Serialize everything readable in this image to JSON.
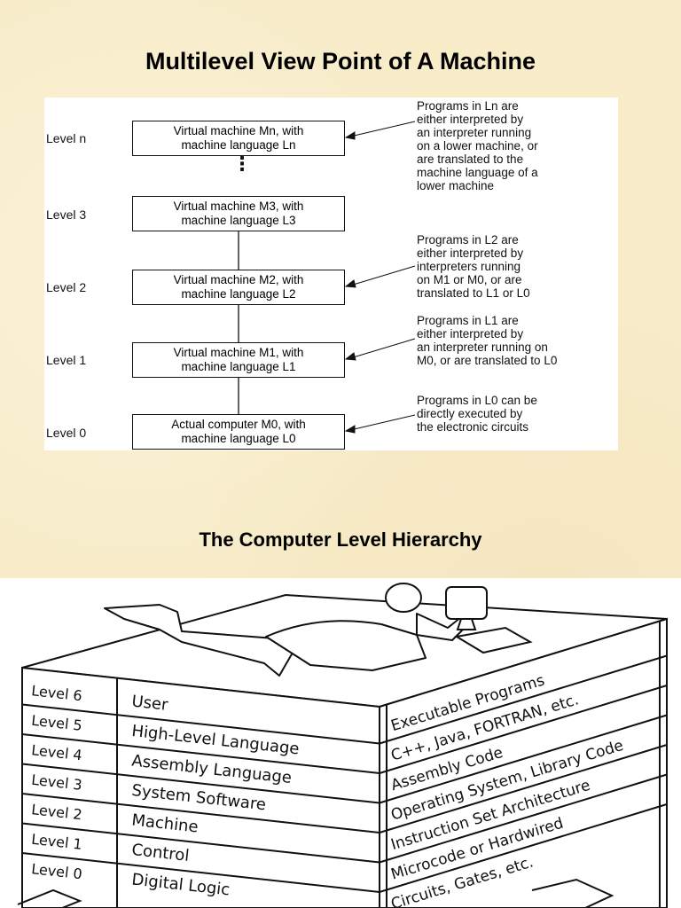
{
  "titles": {
    "multilevel": "Multilevel View Point of A Machine",
    "hierarchy": "The Computer Level Hierarchy"
  },
  "multilevel_diagram": {
    "levels": [
      {
        "label": "Level n",
        "box_line1": "Virtual machine Mn, with",
        "box_line2": "machine language Ln"
      },
      {
        "label": "Level 3",
        "box_line1": "Virtual machine M3, with",
        "box_line2": "machine language L3"
      },
      {
        "label": "Level 2",
        "box_line1": "Virtual machine M2, with",
        "box_line2": "machine language L2"
      },
      {
        "label": "Level 1",
        "box_line1": "Virtual machine M1, with",
        "box_line2": "machine language L1"
      },
      {
        "label": "Level 0",
        "box_line1": "Actual computer M0, with",
        "box_line2": "machine language L0"
      }
    ],
    "notes": {
      "ln": [
        "Programs in Ln are",
        "either interpreted by",
        "an interpreter running",
        "on a lower machine, or",
        "are translated to the",
        "machine language of a",
        "lower machine"
      ],
      "l2": [
        "Programs in L2 are",
        "either interpreted by",
        "interpreters running",
        "on M1 or M0, or are",
        "translated to L1 or L0"
      ],
      "l1": [
        "Programs in L1 are",
        "either interpreted by",
        "an interpreter running on",
        "M0, or are translated to L0"
      ],
      "l0": [
        "Programs in L0 can be",
        "directly executed by",
        "the electronic circuits"
      ]
    },
    "ellipsis": "⋮"
  },
  "hierarchy_stack": {
    "rows": [
      {
        "level": "Level 6",
        "name": "User",
        "example": "Executable Programs"
      },
      {
        "level": "Level 5",
        "name": "High-Level Language",
        "example": "C++, Java, FORTRAN, etc."
      },
      {
        "level": "Level 4",
        "name": "Assembly Language",
        "example": "Assembly Code"
      },
      {
        "level": "Level 3",
        "name": "System Software",
        "example": "Operating System, Library Code"
      },
      {
        "level": "Level 2",
        "name": "Machine",
        "example": "Instruction Set Architecture"
      },
      {
        "level": "Level 1",
        "name": "Control",
        "example": "Microcode or Hardwired"
      },
      {
        "level": "Level 0",
        "name": "Digital Logic",
        "example": "Circuits, Gates, etc."
      }
    ]
  }
}
